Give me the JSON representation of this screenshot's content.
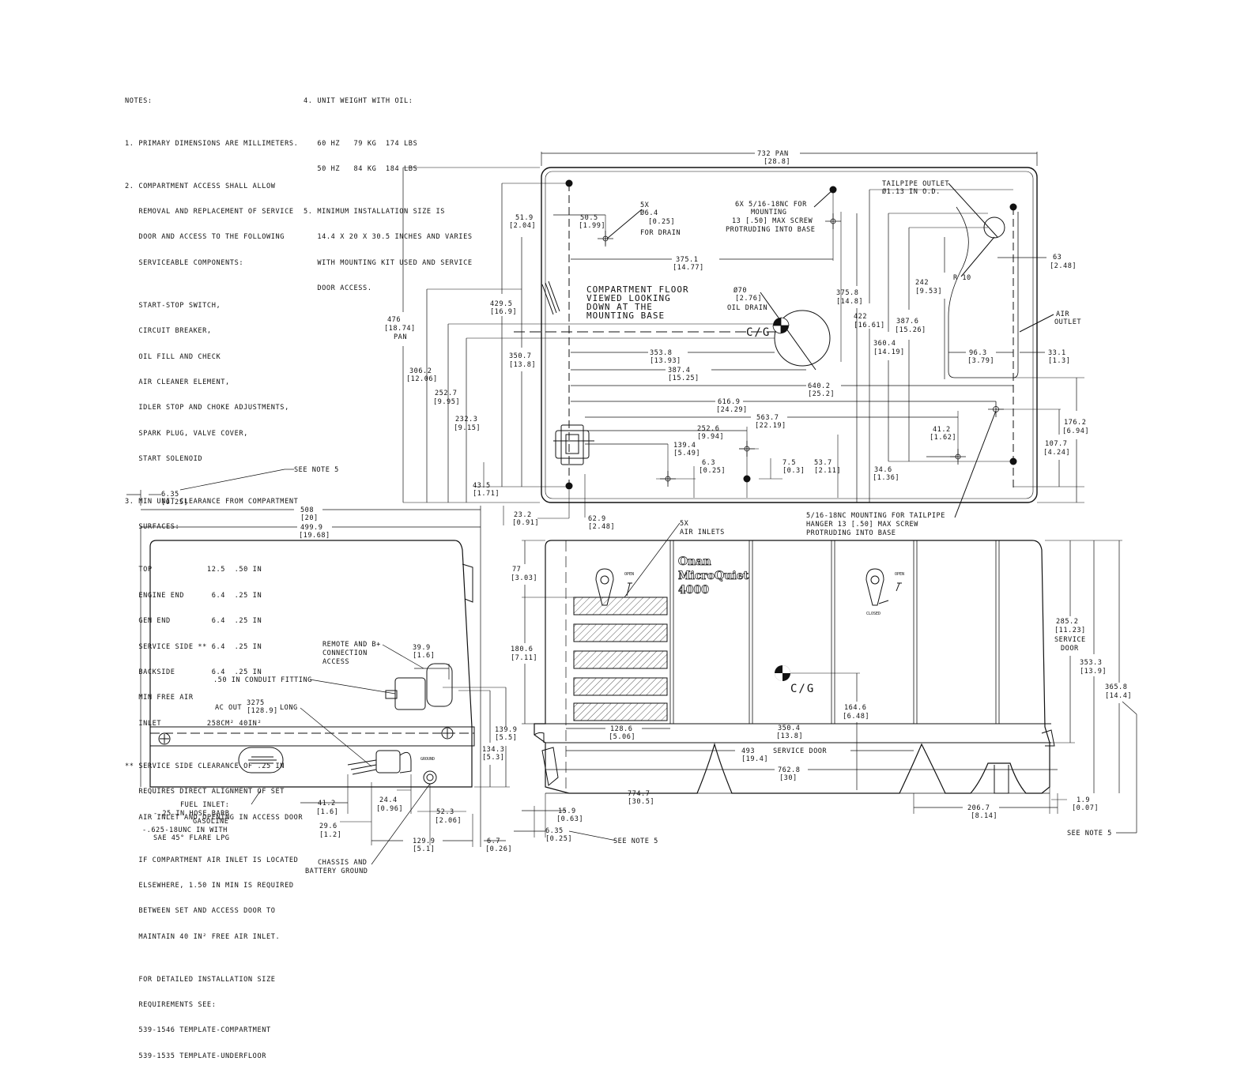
{
  "notes_left": [
    "NOTES:",
    "",
    "1. PRIMARY DIMENSIONS ARE MILLIMETERS.",
    "",
    "2. COMPARTMENT ACCESS SHALL ALLOW",
    "   REMOVAL AND REPLACEMENT OF SERVICE",
    "   DOOR AND ACCESS TO THE FOLLOWING",
    "   SERVICEABLE COMPONENTS:",
    "",
    "   START-STOP SWITCH,",
    "   CIRCUIT BREAKER,",
    "   OIL FILL AND CHECK",
    "   AIR CLEANER ELEMENT,",
    "   IDLER STOP AND CHOKE ADJUSTMENTS,",
    "   SPARK PLUG, VALVE COVER,",
    "   START SOLENOID",
    "",
    "3. MIN UNIT CLEARANCE FROM COMPARTMENT",
    "   SURFACES:",
    "",
    "   TOP            12.5  .50 IN",
    "   ENGINE END      6.4  .25 IN",
    "   GEN END         6.4  .25 IN",
    "   SERVICE SIDE ** 6.4  .25 IN",
    "   BACKSIDE        6.4  .25 IN",
    "   MIN FREE AIR",
    "   INLET          258CM² 40IN²",
    "",
    "** SERVICE SIDE CLEARANCE OF .25 IN",
    "   REQUIRES DIRECT ALIGNMENT OF SET",
    "   AIR INLET AND OPENING IN ACCESS DOOR",
    "",
    "   IF COMPARTMENT AIR INLET IS LOCATED",
    "   ELSEWHERE, 1.50 IN MIN IS REQUIRED",
    "   BETWEEN SET AND ACCESS DOOR TO",
    "   MAINTAIN 40 IN² FREE AIR INLET.",
    "",
    "   FOR DETAILED INSTALLATION SIZE",
    "   REQUIREMENTS SEE:",
    "   539-1546 TEMPLATE-COMPARTMENT",
    "   539-1535 TEMPLATE-UNDERFLOOR"
  ],
  "notes_right": [
    "4. UNIT WEIGHT WITH OIL:",
    "",
    "   60 HZ   79 KG  174 LBS",
    "   50 HZ   84 KG  184 LBS",
    "",
    "5. MINIMUM INSTALLATION SIZE IS",
    "   14.4 X 20 X 30.5 INCHES AND VARIES",
    "   WITH MOUNTING KIT USED AND SERVICE",
    "   DOOR ACCESS."
  ],
  "top_view": {
    "pan_width": "732   PAN",
    "pan_width_in": "[28.8]",
    "floor_caption": [
      "COMPARTMENT FLOOR",
      "VIEWED LOOKING",
      "DOWN AT THE",
      "MOUNTING BASE"
    ],
    "cg": "C/G",
    "pan_height": [
      "476",
      "[18.74]",
      "PAN"
    ],
    "tailpipe": [
      "TAILPIPE OUTLET",
      "Ø1.13 IN O.D."
    ],
    "mount_holes": [
      "6X 5/16-18NC FOR",
      "MOUNTING",
      "13 [.50] MAX SCREW",
      "PROTRUDING INTO BASE"
    ],
    "drain": [
      "5X",
      "Ø6.4",
      "[0.25]",
      "FOR DRAIN"
    ],
    "oil_drain": [
      "Ø70",
      "[2.76]",
      "OIL DRAIN"
    ],
    "air_outlet": [
      "AIR",
      "OUTLET"
    ],
    "radius": "R 10",
    "hanger": [
      "5/16-18NC MOUNTING FOR TAILPIPE",
      "HANGER 13 [.50] MAX SCREW",
      "PROTRUDING INTO BASE"
    ],
    "dims": {
      "d51_9": [
        "51.9",
        "[2.04]"
      ],
      "d50_5": [
        "50.5",
        "[1.99]"
      ],
      "d375_1": [
        "375.1",
        "[14.77]"
      ],
      "d429_5": [
        "429.5",
        "[16.9]"
      ],
      "d350_7": [
        "350.7",
        "[13.8]"
      ],
      "d353_8": [
        "353.8",
        "[13.93]"
      ],
      "d387_4": [
        "387.4",
        "[15.25]"
      ],
      "d640_2": [
        "640.2",
        "[25.2]"
      ],
      "d616_9": [
        "616.9",
        "[24.29]"
      ],
      "d563_7": [
        "563.7",
        "[22.19]"
      ],
      "d252_6": [
        "252.6",
        "[9.94]"
      ],
      "d139_4": [
        "139.4",
        "[5.49]"
      ],
      "d6_3": [
        "6.3",
        "[0.25]"
      ],
      "d7_5": [
        "7.5",
        "[0.3]"
      ],
      "d53_7": [
        "53.7",
        "[2.11]"
      ],
      "d306_2": [
        "306.2",
        "[12.06]"
      ],
      "d252_7": [
        "252.7",
        "[9.95]"
      ],
      "d232_3": [
        "232.3",
        "[9.15]"
      ],
      "d43_5": [
        "43.5",
        "[1.71]"
      ],
      "d23_2": [
        "23.2",
        "[0.91]"
      ],
      "d62_9": [
        "62.9",
        "[2.48]"
      ],
      "d375_8": [
        "375.8",
        "[14.8]"
      ],
      "d422": [
        "422",
        "[16.61]"
      ],
      "d360_4": [
        "360.4",
        "[14.19]"
      ],
      "d387_6": [
        "387.6",
        "[15.26]"
      ],
      "d242": [
        "242",
        "[9.53]"
      ],
      "d63": [
        "63",
        "[2.48]"
      ],
      "d96_3": [
        "96.3",
        "[3.79]"
      ],
      "d33_1": [
        "33.1",
        "[1.3]"
      ],
      "d41_2": [
        "41.2",
        "[1.62]"
      ],
      "d34_6": [
        "34.6",
        "[1.36]"
      ],
      "d176_2": [
        "176.2",
        "[6.94]"
      ],
      "d107_7": [
        "107.7",
        "[4.24]"
      ]
    }
  },
  "end_view": {
    "see_note": "SEE NOTE 5",
    "d6_35": [
      "6.35",
      "[0.25]"
    ],
    "d508": [
      "508",
      "[20]"
    ],
    "d499_9": [
      "499.9",
      "[19.68]"
    ],
    "remote": [
      "REMOTE AND B+",
      "CONNECTION",
      "ACCESS"
    ],
    "d39_9": [
      "39.9",
      "[1.6]"
    ],
    "conduit": ".50 IN CONDUIT FITTING",
    "ac_out": [
      "AC OUT",
      "3275",
      "[128.9]",
      "LONG"
    ],
    "d139_9": [
      "139.9",
      "[5.5]"
    ],
    "d134_3": [
      "134.3",
      "[5.3]"
    ],
    "fuel": [
      "FUEL INLET:",
      "-.25 IN HOSE BARB",
      "GASOLINE",
      "-.625-18UNC IN WITH",
      "SAE 45° FLARE LPG"
    ],
    "d41_2": [
      "41.2",
      "[1.6]"
    ],
    "d29_6": [
      "29.6",
      "[1.2]"
    ],
    "d24_4": [
      "24.4",
      "[0.96]"
    ],
    "d52_3": [
      "52.3",
      "[2.06]"
    ],
    "d129_9": [
      "129.9",
      "[5.1]"
    ],
    "d6_7": [
      "6.7",
      "[0.26]"
    ],
    "ground_label": "GROUND",
    "chassis": [
      "CHASSIS AND",
      "BATTERY GROUND"
    ]
  },
  "side_view": {
    "air_inlets": [
      "5X",
      "AIR INLETS"
    ],
    "logo": [
      "Onan",
      "MicroQuiet",
      "4000"
    ],
    "open": "OPEN",
    "closed": "CLOSED",
    "cg": "C/G",
    "d77": [
      "77",
      "[3.03]"
    ],
    "d180_6": [
      "180.6",
      "[7.11]"
    ],
    "d128_6": [
      "128.6",
      "[5.06]"
    ],
    "d350_4": [
      "350.4",
      "[13.8]"
    ],
    "d164_6": [
      "164.6",
      "[6.48]"
    ],
    "d493": [
      "493",
      "[19.4]"
    ],
    "service_door": "SERVICE DOOR",
    "d762_8": [
      "762.8",
      "[30]"
    ],
    "d774_7": [
      "774.7",
      "[30.5]"
    ],
    "d15_9": [
      "15.9",
      "[0.63]"
    ],
    "d6_35": [
      "6.35",
      "[0.25]"
    ],
    "see_note": "SEE NOTE 5",
    "d206_7": [
      "206.7",
      "[8.14]"
    ],
    "d1_9": [
      "1.9",
      "[0.07]"
    ],
    "d285_2": [
      "285.2",
      "[11.23]",
      "SERVICE",
      "DOOR"
    ],
    "d353_3": [
      "353.3",
      "[13.9]"
    ],
    "d365_8": [
      "365.8",
      "[14.4]"
    ]
  }
}
